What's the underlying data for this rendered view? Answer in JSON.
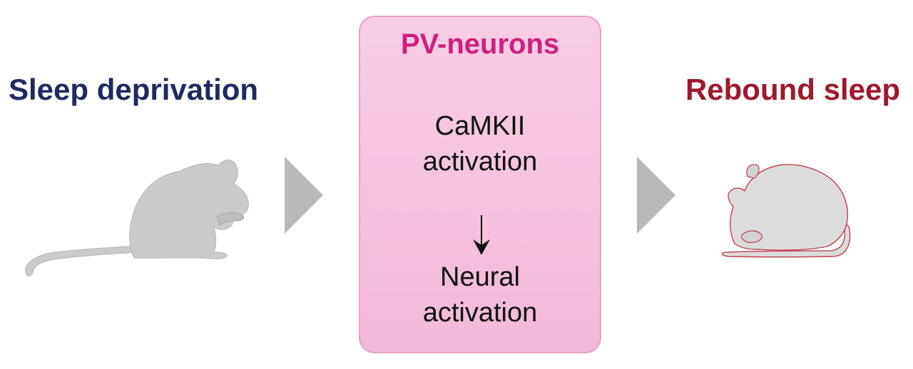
{
  "left_label": "Sleep deprivation",
  "right_label": "Rebound sleep",
  "box": {
    "title": "PV-neurons",
    "step1": [
      "CaMKII",
      "activation"
    ],
    "step2": [
      "Neural",
      "activation"
    ]
  },
  "icons": {
    "left_mouse": "awake-mouse-icon",
    "right_mouse": "sleeping-mouse-icon",
    "chevron": "triangle-right-icon",
    "arrow": "arrow-down-icon"
  },
  "colors": {
    "left_label": "#1f2a63",
    "right_label": "#a0182b",
    "box_title": "#cf1f7e",
    "box_fill": "#f6c2de",
    "mouse_fill": "#cbcbcb",
    "sleep_mouse_outline": "#c0404f",
    "chevron": "#b8b8b8"
  }
}
